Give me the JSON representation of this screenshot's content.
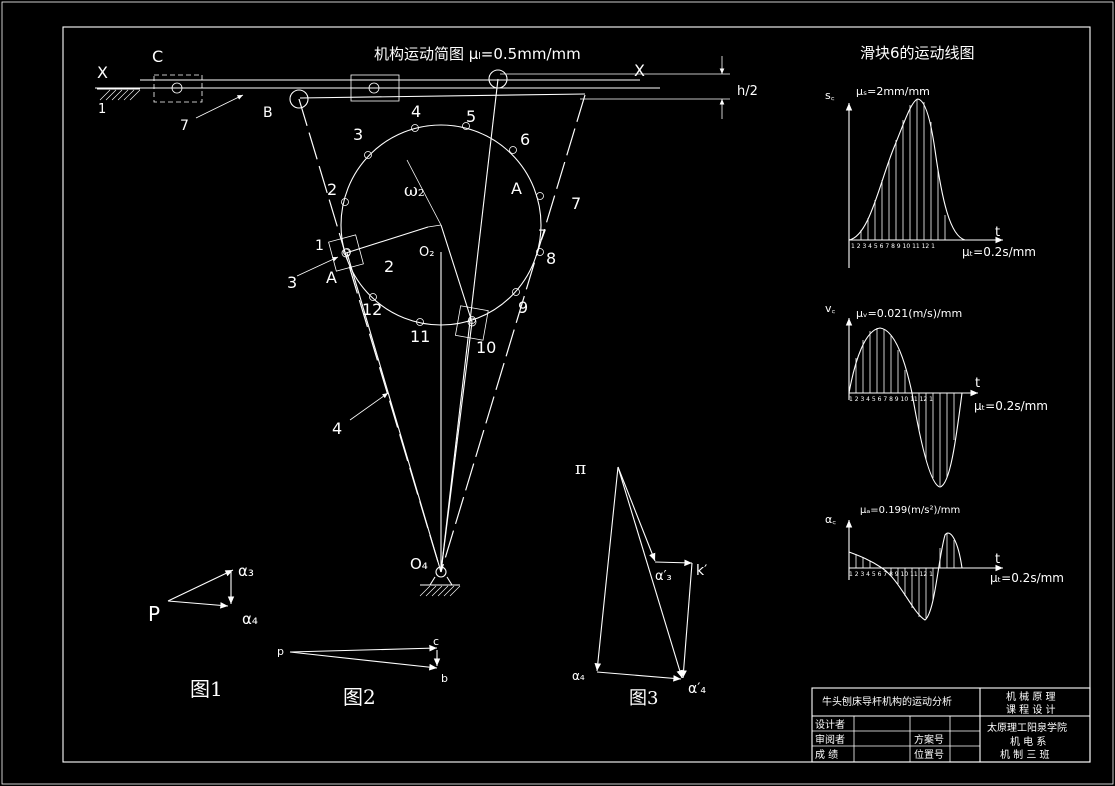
{
  "drawing": {
    "main_title": "机构运动简图 μₗ=0.5mm/mm",
    "labels": {
      "X_left": "X",
      "X_right": "X",
      "C": "C",
      "B": "B",
      "n1": "1",
      "n7_link": "7",
      "h2": "h/2",
      "omega": "ω₂",
      "O2": "O₂",
      "O4": "O₄",
      "A_top": "A",
      "A_left": "A",
      "n2_link": "2",
      "n3_slider": "3",
      "n4_link": "4",
      "n7_rod": "7"
    },
    "positions": [
      "1",
      "2",
      "3",
      "4",
      "5",
      "6",
      "7",
      "8",
      "9",
      "10",
      "11",
      "12"
    ]
  },
  "fig1": {
    "label": "图1",
    "P": "P",
    "a3": "α₃",
    "a4": "α₄"
  },
  "fig2": {
    "label": "图2",
    "p": "p",
    "c": "c",
    "b": "b"
  },
  "fig3": {
    "label": "图3",
    "pi": "π",
    "a3p": "α′₃",
    "kp": "k′",
    "a4": "α₄",
    "a4p": "α′₄"
  },
  "side": {
    "title": "滑块6的运动线图",
    "s": {
      "axis": "s꜀",
      "scale": "μₛ=2mm/mm",
      "t": "t",
      "tscale": "μₜ=0.2s/mm"
    },
    "v": {
      "axis": "v꜀",
      "scale": "μᵥ=0.021(m/s)/mm",
      "t": "t",
      "tscale": "μₜ=0.2s/mm"
    },
    "a": {
      "axis": "α꜀",
      "scale": "μₐ=0.199(m/s²)/mm",
      "t": "t",
      "tscale": "μₜ=0.2s/mm"
    },
    "ticks": "1 2 3 4 5 6 7 8 9 10 11 12 1"
  },
  "titleblock": {
    "project": "牛头刨床导杆机构的运动分析",
    "course1": "机 械 原 理",
    "course2": "课 程 设 计",
    "designer": "设计者",
    "reviewer": "审阅者",
    "grade": "成 绩",
    "plan_no": "方案号",
    "pos_no": "位置号",
    "school": "太原理工阳泉学院",
    "dept": "机 电 系",
    "class": "机 制 三 班"
  },
  "colors": {
    "background": "#000000",
    "lines": "#ffffff"
  }
}
